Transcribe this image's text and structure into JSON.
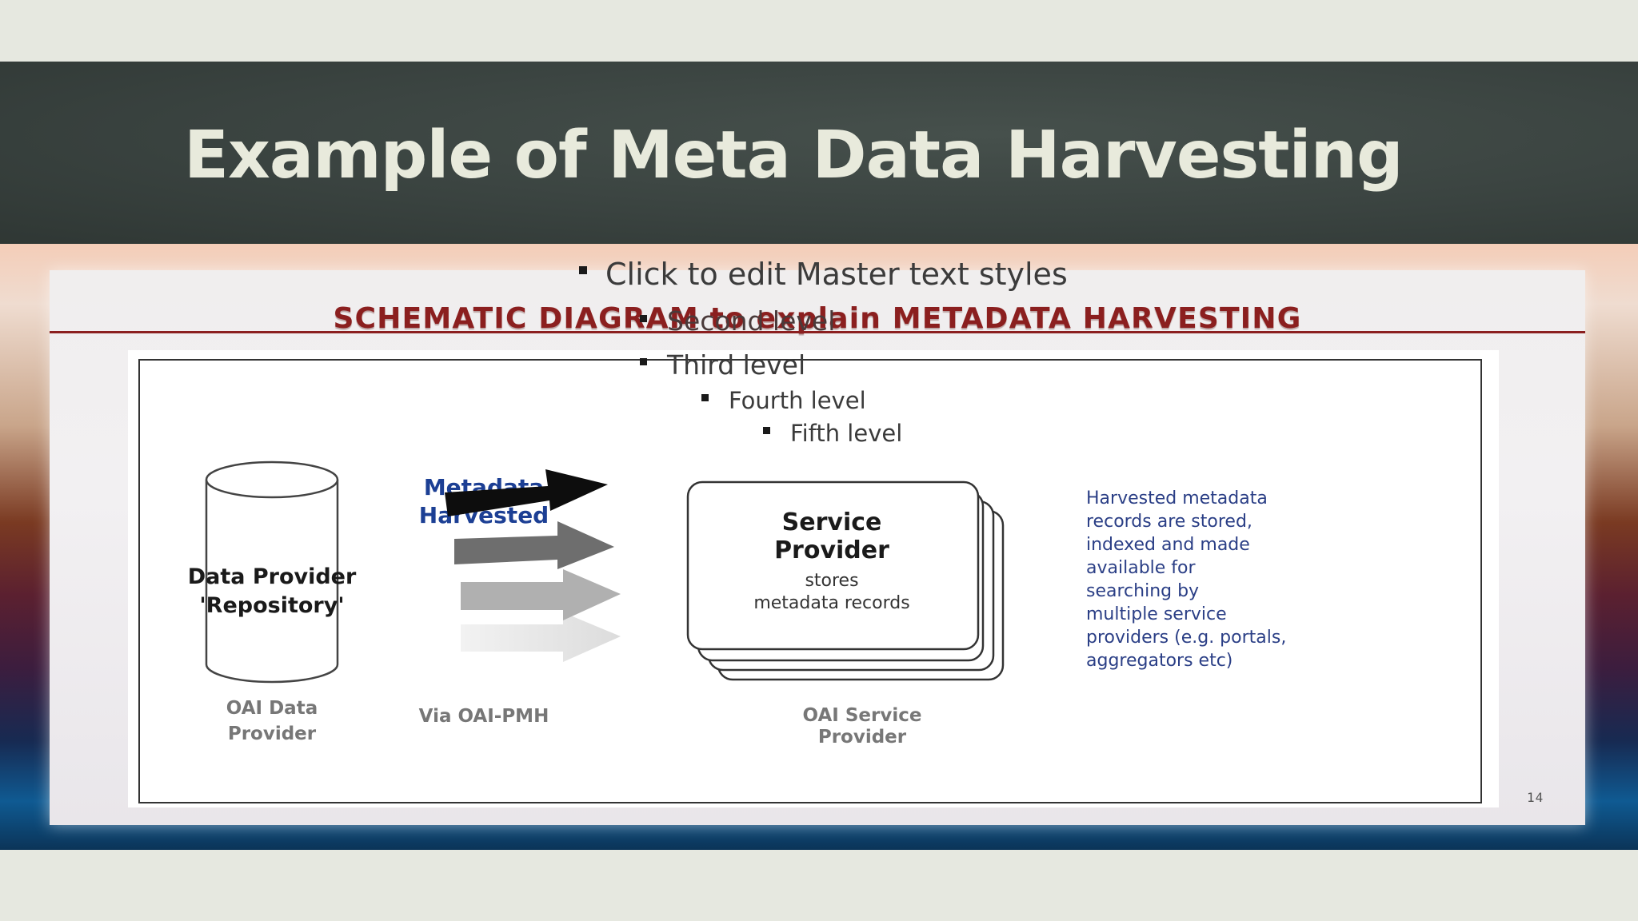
{
  "slide": {
    "title": "Example of Meta Data Harvesting",
    "placeholder_levels": [
      "Click to edit Master text styles",
      "Second level",
      "Third level",
      "Fourth level",
      "Fifth level"
    ]
  },
  "diagram": {
    "heading": "SCHEMATIC DIAGRAM to explain METADATA HARVESTING",
    "data_provider": {
      "label_line1": "Data Provider",
      "label_line2": "'Repository'",
      "caption_line1": "OAI Data",
      "caption_line2": "Provider"
    },
    "harvest": {
      "label_line1": "Metadata",
      "label_line2": "Harvested",
      "caption": "Via OAI-PMH"
    },
    "service_provider": {
      "title_line1": "Service",
      "title_line2": "Provider",
      "text_line1": "stores",
      "text_line2": "metadata records",
      "caption_line1": "OAI Service",
      "caption_line2": "Provider"
    },
    "description_lines": [
      "Harvested metadata",
      "records are stored,",
      "indexed and made",
      "available for",
      "searching by",
      "multiple service",
      "providers (e.g. portals,",
      "aggregators etc)"
    ],
    "page_number": "14"
  },
  "colors": {
    "heading": "#8b1f1f",
    "harvest_label": "#1c3f94",
    "description": "#2b3f86",
    "caption": "#777777"
  }
}
